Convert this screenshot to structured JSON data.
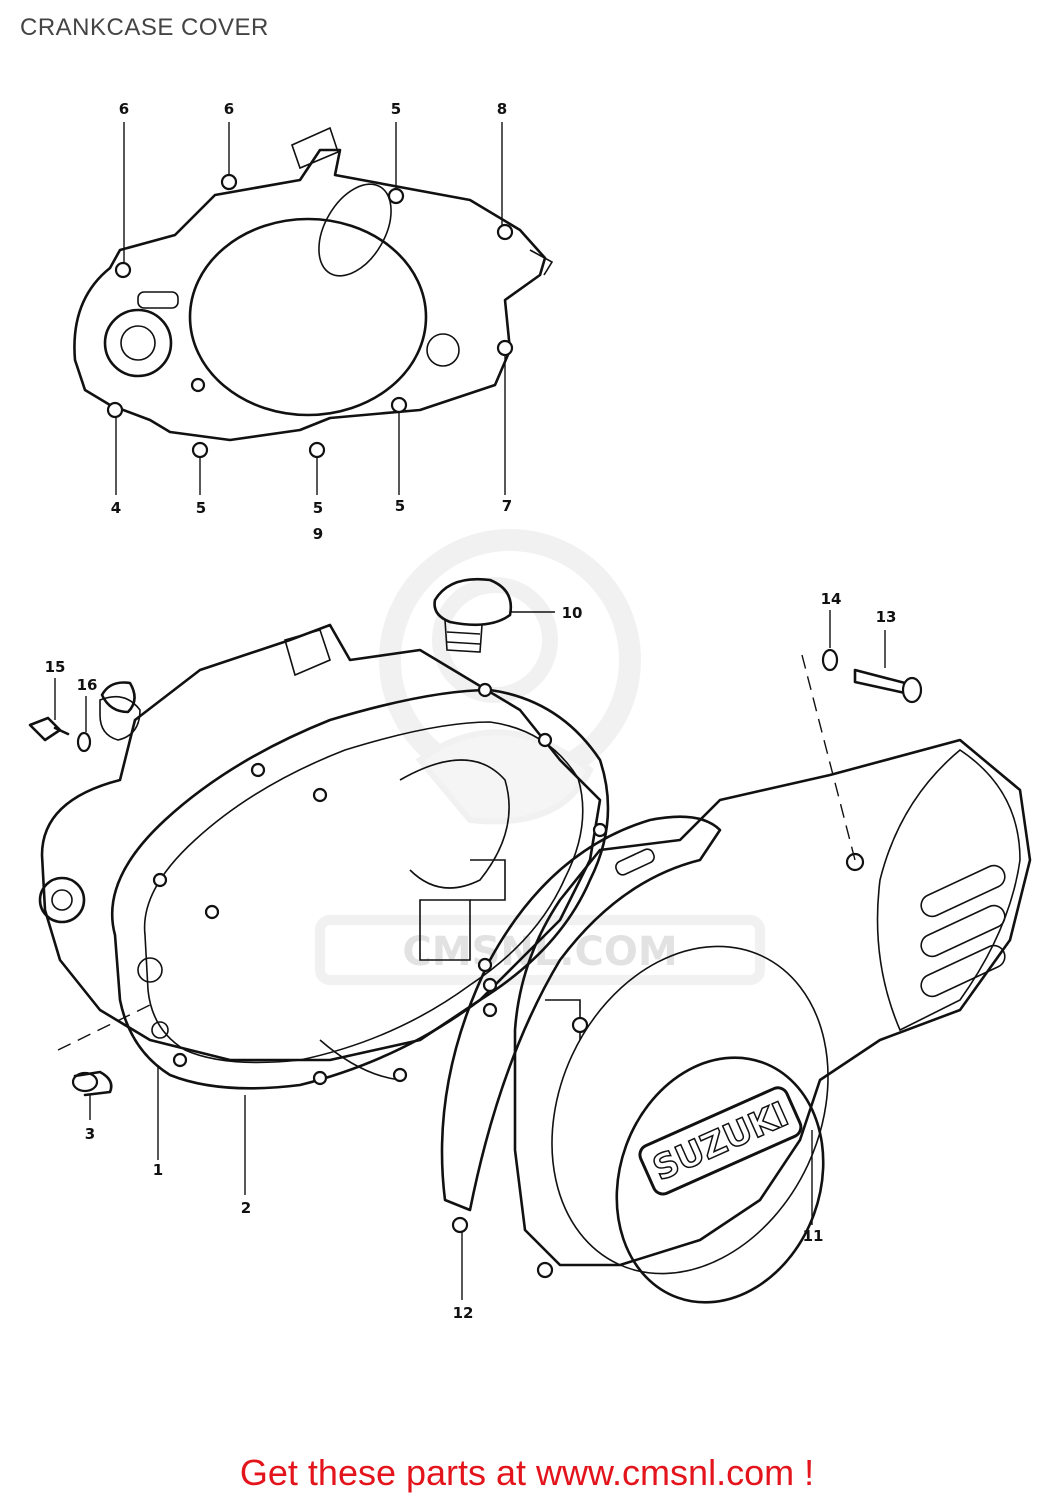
{
  "title": "CRANKCASE COVER",
  "footer": {
    "text": "Get these parts at www.cmsnl.com !"
  },
  "callouts": [
    "6",
    "6",
    "5",
    "8",
    "4",
    "5",
    "5",
    "9",
    "5",
    "7",
    "10",
    "14",
    "13",
    "15",
    "16",
    "3",
    "1",
    "2",
    "12",
    "11"
  ],
  "watermark": {
    "text": "CMSNL.COM",
    "icon": "cmsnl-mascot-watermark"
  },
  "logo": {
    "text": "SUZUKI",
    "icon": "suzuki-logo-emboss"
  },
  "colors": {
    "title": "#444444",
    "footer": "#e3141b",
    "line": "#111111",
    "watermark": "#e6e6e6"
  }
}
